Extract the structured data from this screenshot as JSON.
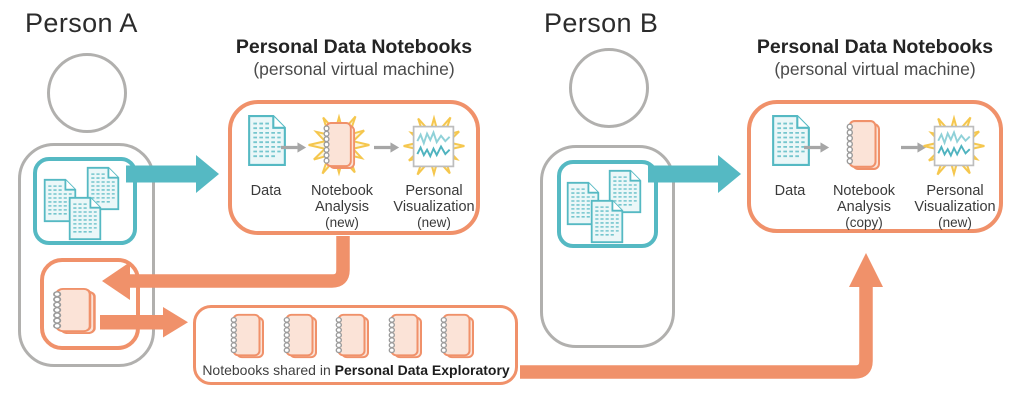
{
  "colors": {
    "orange": "#F0916A",
    "orange_fill": "#FBE3D7",
    "teal": "#55B9C3",
    "teal_fill": "#EBF7F8",
    "gray": "#B1B0AE",
    "ink": "#3A3A3A",
    "title_ink": "#242424",
    "yellow": "#F5C74E",
    "yellow_fill": "#FDF5DC",
    "arrow_gray": "#A6A6A6",
    "ring_gray": "#9B9B9B",
    "chart_light": "#8FD1D8",
    "chart_dark": "#4FB3BF",
    "doc_line": "#58BAC4"
  },
  "person_a": {
    "title": "Person A"
  },
  "person_b": {
    "title": "Person B"
  },
  "vm_a": {
    "title": "Personal Data Notebooks",
    "subtitle": "(personal virtual machine)",
    "steps": [
      {
        "line1": "Data",
        "line2": "",
        "tag": ""
      },
      {
        "line1": "Notebook",
        "line2": "Analysis",
        "tag": "(new)"
      },
      {
        "line1": "Personal",
        "line2": "Visualization",
        "tag": "(new)"
      }
    ]
  },
  "vm_b": {
    "title": "Personal Data Notebooks",
    "subtitle": "(personal virtual machine)",
    "steps": [
      {
        "line1": "Data",
        "line2": "",
        "tag": ""
      },
      {
        "line1": "Notebook",
        "line2": "Analysis",
        "tag": "(copy)"
      },
      {
        "line1": "Personal",
        "line2": "Visualization",
        "tag": "(new)"
      }
    ]
  },
  "shared": {
    "prefix": "Notebooks shared in ",
    "name": "Personal Data Exploratory"
  }
}
